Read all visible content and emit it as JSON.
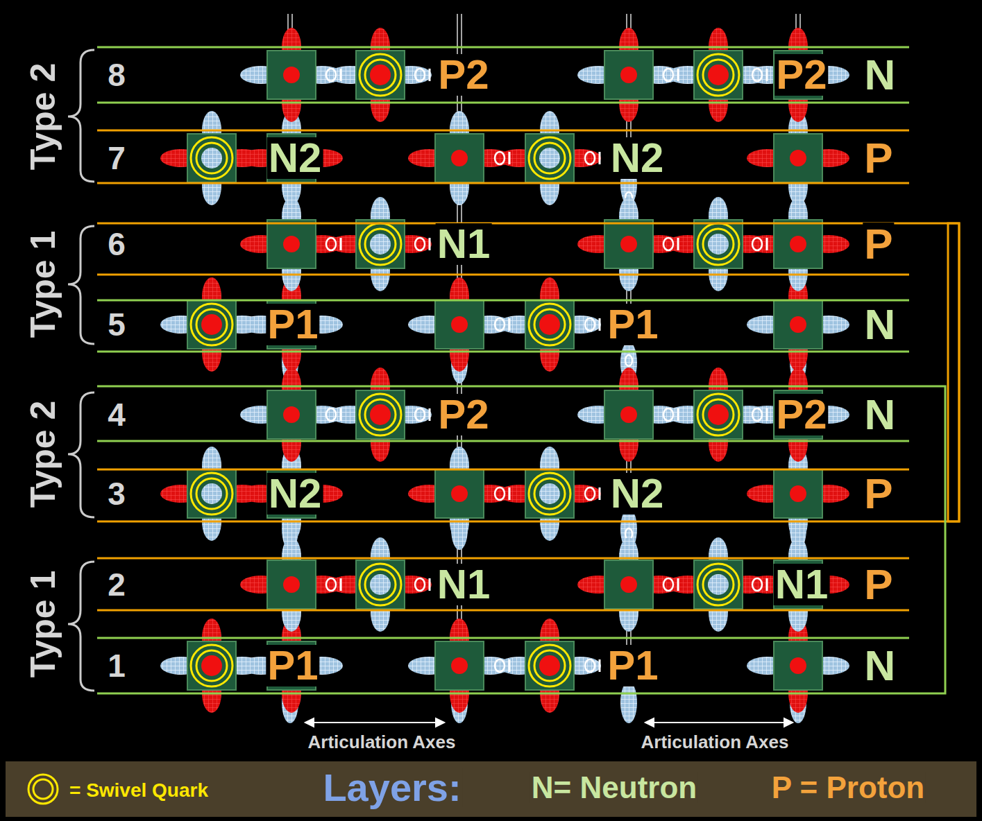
{
  "diagram": {
    "labels": [
      "Type 2",
      "Type 1",
      "Type 2",
      "Type 1",
      "8",
      "P2",
      "P2",
      "N",
      "7",
      "N2",
      "N2",
      "P",
      "6",
      "N1",
      "P",
      "5",
      "P1",
      "P1",
      "N",
      "4",
      "P2",
      "P2",
      "N",
      "3",
      "N2",
      "N2",
      "P",
      "2",
      "N1",
      "N1",
      "P",
      "1",
      "P1",
      "P1",
      "N",
      "Articulation Axes",
      "Articulation Axes",
      "Layers:",
      "N= Neutron",
      "P = Proton"
    ],
    "legend": [
      {
        "text": "= Swivel Quark"
      }
    ]
  }
}
